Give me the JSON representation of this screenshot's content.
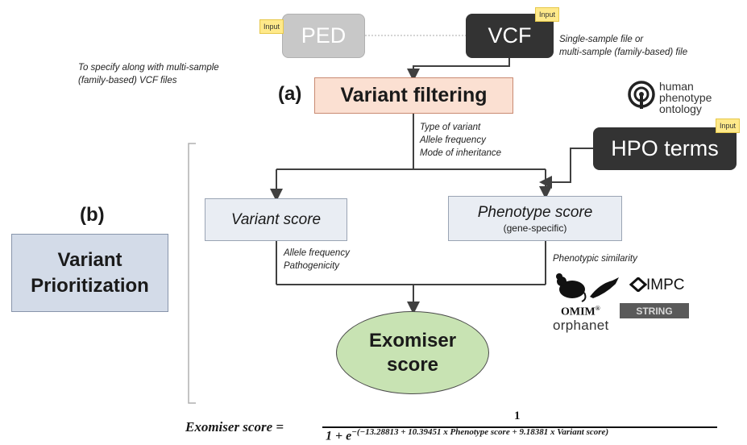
{
  "inputs": {
    "ped_label": "PED",
    "vcf_label": "VCF",
    "hpo_label": "HPO terms",
    "input_tag": "Input"
  },
  "notes": {
    "ped_line1": "To specify along with multi-sample",
    "ped_line2": "(family-based) VCF files",
    "vcf_line1": "Single-sample file or",
    "vcf_line2": "multi-sample (family-based) file",
    "filter_criteria": [
      "Type of variant",
      "Allele frequency",
      "Mode of inheritance"
    ],
    "variant_score_criteria": [
      "Allele frequency",
      "Pathogenicity"
    ],
    "phenotypic_similarity": "Phenotypic similarity"
  },
  "steps": {
    "label_a": "(a)",
    "variant_filtering": "Variant filtering",
    "label_b": "(b)",
    "variant_prioritization_line1": "Variant",
    "variant_prioritization_line2": "Prioritization",
    "variant_score": "Variant score",
    "phenotype_score": "Phenotype score",
    "phenotype_score_sub": "(gene-specific)",
    "exomiser_line1": "Exomiser",
    "exomiser_line2": "score"
  },
  "logos": {
    "hpo": [
      "human",
      "phenotype",
      "ontology"
    ],
    "impc": "IMPC",
    "omim": "OMIM",
    "omim_mark": "®",
    "orphanet": "orphanet",
    "string": "STRING"
  },
  "formula": {
    "lhs": "Exomiser score =",
    "numerator": "1",
    "denominator_base": "1 + e",
    "exponent": "−(−13.28813 + 10.39451 x Phenotype score + 9.18381 x Variant score)"
  }
}
